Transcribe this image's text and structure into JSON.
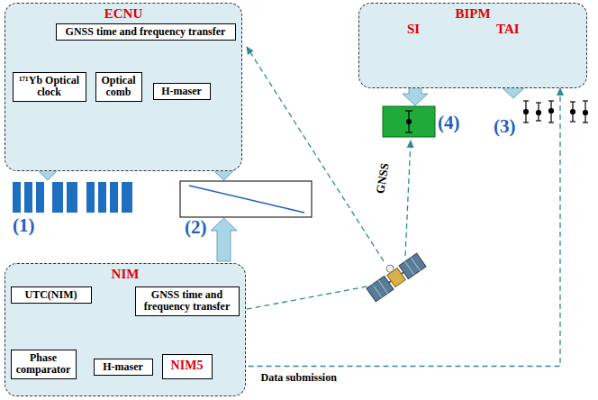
{
  "diagram": {
    "nodes": [
      {
        "text": [
          "ECNU"
        ]
      },
      {
        "text": [
          "GNSS time and frequency transfer"
        ],
        "in": 0
      },
      {
        "text": [
          "¹⁷¹Yb Optical clock"
        ],
        "in": 0
      },
      {
        "text": [
          "Optical comb"
        ],
        "in": 0
      },
      {
        "text": [
          "H-maser"
        ],
        "in": 0
      },
      {
        "text": [
          "BIPM"
        ]
      },
      {
        "text": [
          "NIM"
        ]
      },
      {
        "text": [
          "UTC(NIM)"
        ],
        "in": 6
      },
      {
        "text": [
          "GNSS time and frequency transfer"
        ],
        "in": 6
      },
      {
        "text": [
          "Phase comparator"
        ],
        "in": 6
      },
      {
        "text": [
          "H-maser"
        ],
        "in": 6
      },
      {
        "text": [
          "NIM5"
        ],
        "in": 6
      }
    ],
    "edges": [
      {
        "from": 4,
        "to": 1,
        "arrow": "to"
      },
      {
        "from": 2,
        "to": 3,
        "arrow": "none"
      },
      {
        "from": 3,
        "to": 4,
        "arrow": "none"
      },
      {
        "from": 7,
        "to": 8,
        "arrow": "to"
      },
      {
        "from": 7,
        "to": 9,
        "arrow": "none"
      },
      {
        "from": 9,
        "to": 10,
        "arrow": "none"
      },
      {
        "from": 10,
        "to": 11,
        "arrow": "none"
      },
      {
        "from": 11,
        "to": 5,
        "label": "Data submission",
        "arrow": "to"
      }
    ],
    "labels": [
      "SI",
      "TAI",
      "(1)",
      "(2)",
      "(3)",
      "(4)",
      "GNSS"
    ]
  }
}
